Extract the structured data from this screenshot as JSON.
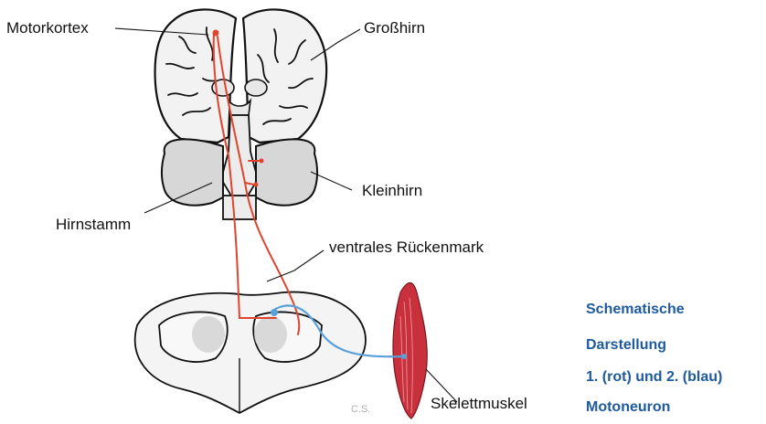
{
  "labels": {
    "motorkortex": "Motorkortex",
    "grosshirn": "Großhirn",
    "kleinhirn": "Kleinhirn",
    "hirnstamm": "Hirnstamm",
    "rueckenmark": "ventrales Rückenmark",
    "skelettmuskel": "Skelettmuskel"
  },
  "caption": {
    "line1": "Schematische",
    "line2": "Darstellung",
    "line3": "1. (rot) und 2. (blau)",
    "line4": "Motoneuron"
  },
  "initials": "C.S.",
  "colors": {
    "upper_motor_neuron": "#e0442c",
    "lower_motor_neuron": "#5aa0d8",
    "muscle": "#c8303c",
    "caption": "#1f5a9e"
  }
}
